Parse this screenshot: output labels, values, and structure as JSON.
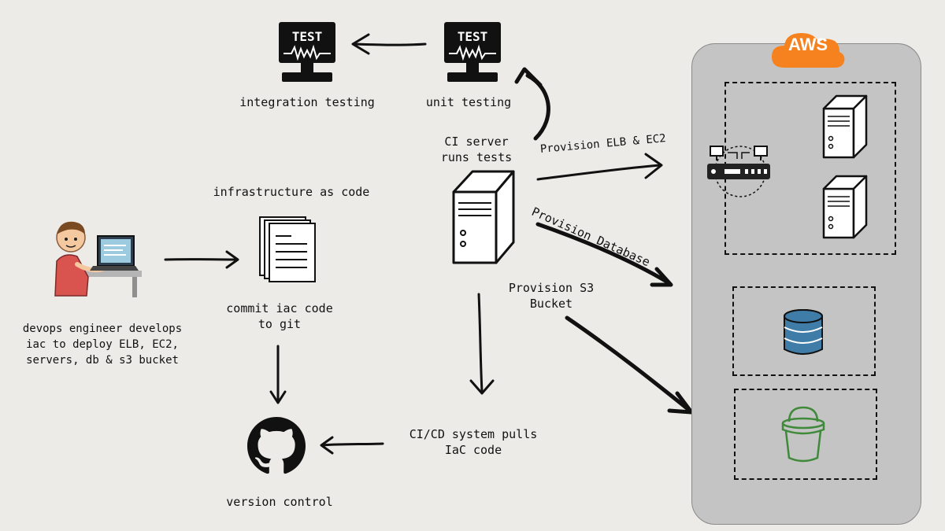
{
  "labels": {
    "integration_testing": "integration testing",
    "unit_testing": "unit testing",
    "test_screen_integration": "TEST",
    "test_screen_unit": "TEST",
    "ci_server": "CI server\nruns tests",
    "infrastructure_as_code": "infrastructure as code",
    "commit_iac": "commit iac code\nto git",
    "devops_engineer": "devops engineer develops\niac to deploy ELB, EC2,\nservers, db & s3 bucket",
    "version_control": "version control",
    "cicd_pulls": "CI/CD system pulls\nIaC code",
    "provision_elb_ec2": "Provision ELB & EC2",
    "provision_database": "Provision Database",
    "provision_s3": "Provision S3\nBucket",
    "aws": "AWS"
  },
  "colors": {
    "aws_orange": "#f6821f",
    "database_blue": "#3f7ca8",
    "bucket_green": "#3f8a3a",
    "aws_panel": "#c4c4c4",
    "background": "#ecebe8"
  },
  "icons": [
    "test-monitor-icon",
    "server-icon",
    "document-stack-icon",
    "developer-illustration",
    "github-icon",
    "load-balancer-icon",
    "database-icon",
    "s3-bucket-icon",
    "aws-cloud-icon"
  ]
}
